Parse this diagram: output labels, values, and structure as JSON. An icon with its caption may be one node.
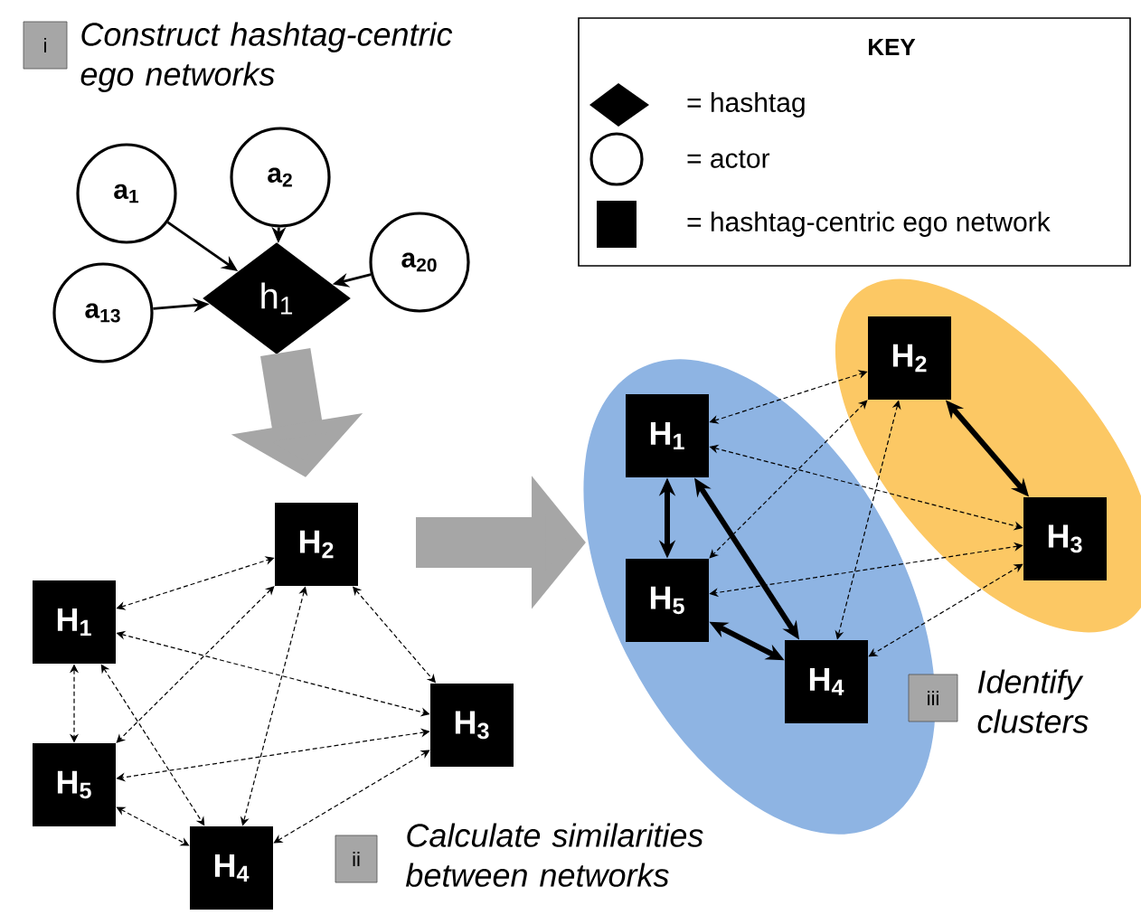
{
  "diagram": {
    "nodes": [
      {
        "text": [
          "i"
        ],
        "beside": [
          "Construct hashtag-centric ego networks"
        ]
      },
      {
        "text": [
          "a$_{1}$"
        ]
      },
      {
        "text": [
          "a$_{2}$"
        ]
      },
      {
        "text": [
          "a$_{20}$"
        ]
      },
      {
        "text": [
          "a$_{13}$"
        ]
      },
      {
        "text": [
          "h$_{1}$"
        ]
      },
      {
        "text": [
          "H$_{2}$"
        ]
      },
      {
        "text": [
          "H$_{1}$"
        ]
      },
      {
        "text": [
          "H$_{3}$"
        ]
      },
      {
        "text": [
          "H$_{5}$"
        ]
      },
      {
        "text": [
          "H$_{4}$"
        ]
      },
      {
        "text": [
          "ii"
        ],
        "beside": [
          "Calculate similarities between networks"
        ]
      },
      {
        "text": [],
        "shape": "ellipse"
      },
      {
        "text": [],
        "shape": "ellipse"
      },
      {
        "text": [
          "H$_{2}$"
        ],
        "in": 12
      },
      {
        "text": [
          "H$_{1}$"
        ],
        "in": 13
      },
      {
        "text": [
          "H$_{3}$"
        ],
        "in": 12
      },
      {
        "text": [
          "H$_{5}$"
        ],
        "in": 13
      },
      {
        "text": [
          "H$_{4}$"
        ],
        "in": 13
      },
      {
        "text": [
          "iii"
        ],
        "beside": [
          "Identify clusters"
        ]
      }
    ],
    "edges": [
      {
        "from": 1,
        "to": 5,
        "arrow": "to"
      },
      {
        "from": 2,
        "to": 5,
        "arrow": "to"
      },
      {
        "from": 3,
        "to": 5,
        "arrow": "to"
      },
      {
        "from": 4,
        "to": 5,
        "arrow": "to"
      },
      {
        "from": 5,
        "to": 6,
        "arrow": "to",
        "style": "thick",
        "color": "#a6a6a6"
      },
      {
        "from": 7,
        "to": 6,
        "arrow": "both",
        "style": "dashed"
      },
      {
        "from": 7,
        "to": 8,
        "arrow": "both",
        "style": "dashed"
      },
      {
        "from": 7,
        "to": 9,
        "arrow": "both",
        "style": "dashed"
      },
      {
        "from": 7,
        "to": 10,
        "arrow": "both",
        "style": "dashed"
      },
      {
        "from": 6,
        "to": 9,
        "arrow": "both",
        "style": "dashed"
      },
      {
        "from": 6,
        "to": 10,
        "arrow": "both",
        "style": "dashed"
      },
      {
        "from": 6,
        "to": 8,
        "arrow": "both",
        "style": "dashed"
      },
      {
        "from": 8,
        "to": 9,
        "arrow": "both",
        "style": "dashed"
      },
      {
        "from": 8,
        "to": 10,
        "arrow": "both",
        "style": "dashed"
      },
      {
        "from": 9,
        "to": 10,
        "arrow": "both",
        "style": "dashed"
      },
      {
        "from": null,
        "to": 13,
        "arrow": "to",
        "style": "thick",
        "color": "#a6a6a6"
      },
      {
        "from": 15,
        "to": 14,
        "arrow": "both",
        "style": "dashed"
      },
      {
        "from": 15,
        "to": 16,
        "arrow": "both",
        "style": "dashed"
      },
      {
        "from": 14,
        "to": 17,
        "arrow": "both",
        "style": "dashed"
      },
      {
        "from": 14,
        "to": 18,
        "arrow": "both",
        "style": "dashed"
      },
      {
        "from": 16,
        "to": 17,
        "arrow": "both",
        "style": "dashed"
      },
      {
        "from": 16,
        "to": 18,
        "arrow": "both",
        "style": "dashed"
      },
      {
        "from": 15,
        "to": 17,
        "arrow": "both",
        "style": "thick"
      },
      {
        "from": 15,
        "to": 18,
        "arrow": "both",
        "style": "thick"
      },
      {
        "from": 17,
        "to": 18,
        "arrow": "both",
        "style": "thick"
      },
      {
        "from": 14,
        "to": 16,
        "arrow": "both",
        "style": "thick"
      }
    ],
    "labels": [
      "KEY"
    ],
    "legend": [
      {
        "text": "= hashtag"
      },
      {
        "text": "= actor"
      },
      {
        "text": "= hashtag-centric ego network"
      }
    ]
  }
}
